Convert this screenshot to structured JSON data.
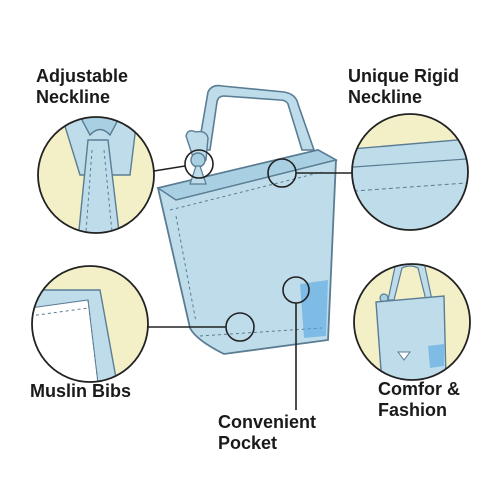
{
  "labels": {
    "adjustable": [
      "Adjustable",
      "Neckline"
    ],
    "unique": [
      "Unique Rigid",
      "Neckline"
    ],
    "muslin": [
      "Muslin Bibs"
    ],
    "comfort": [
      "Comfor &",
      "Fashion"
    ],
    "pocket": [
      "Convenient",
      "Pocket"
    ]
  },
  "colors": {
    "cape": "#bfdcea",
    "cape_stroke": "#5a7d94",
    "callout_bg": "#f3f0c8",
    "callout_stroke": "#222222",
    "pocket_accent": "#4aa3e0"
  }
}
